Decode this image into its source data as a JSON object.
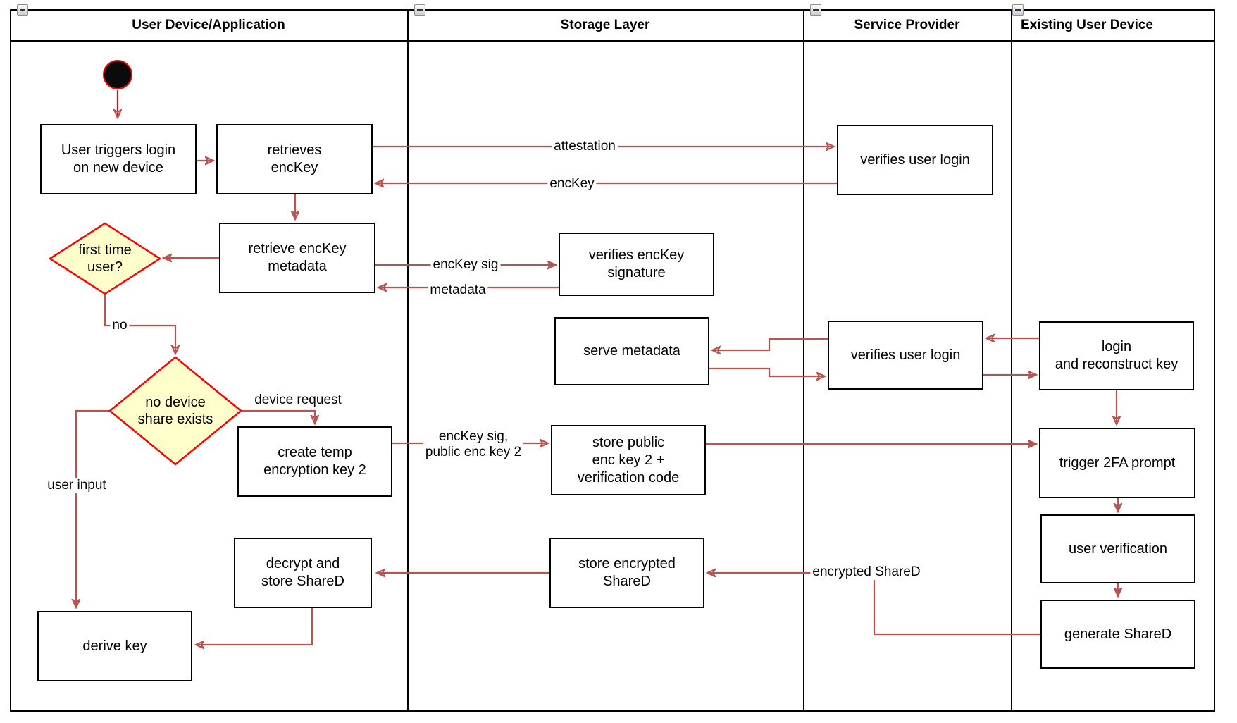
{
  "lanes": [
    {
      "title": "User Device/Application"
    },
    {
      "title": "Storage Layer"
    },
    {
      "title": "Service Provider"
    },
    {
      "title": "Existing User Device"
    }
  ],
  "nodes": {
    "user_triggers_login": {
      "label": "User triggers login\non new device"
    },
    "retrieves_enckey": {
      "label": "retrieves\nencKey"
    },
    "retrieve_enckey_metadata": {
      "label": "retrieve encKey\nmetadata"
    },
    "first_time_user": {
      "label": "first time\nuser?"
    },
    "no_device_share": {
      "label": "no device\nshare exists"
    },
    "create_temp_key": {
      "label": "create temp\nencryption key 2"
    },
    "decrypt_store_shared": {
      "label": "decrypt and\nstore ShareD"
    },
    "derive_key": {
      "label": "derive key"
    },
    "verifies_enckey_signature": {
      "label": "verifies encKey\nsignature"
    },
    "serve_metadata": {
      "label": "serve metadata"
    },
    "store_public_key": {
      "label": "store public\nenc key 2 +\nverification code"
    },
    "store_encrypted_shared": {
      "label": "store encrypted\nShareD"
    },
    "verifies_user_login_1": {
      "label": "verifies user login"
    },
    "verifies_user_login_2": {
      "label": "verifies user login"
    },
    "login_reconstruct": {
      "label": "login\nand reconstruct key"
    },
    "trigger_2fa": {
      "label": "trigger 2FA prompt"
    },
    "user_verification": {
      "label": "user verification"
    },
    "generate_shared": {
      "label": "generate ShareD"
    }
  },
  "edge_labels": {
    "attestation": "attestation",
    "enckey": "encKey",
    "enckey_sig": "encKey sig",
    "metadata": "metadata",
    "no": "no",
    "device_request": "device request",
    "user_input": "user input",
    "enckey_sig_public": "encKey sig,\npublic enc key 2",
    "encrypted_shared": "encrypted ShareD"
  },
  "colors": {
    "arrow": "#b85450",
    "start_flow": "#ff0000",
    "decision_fill": "#ffffcc",
    "decision_border": "#ff0000",
    "shape_border": "#000000"
  }
}
